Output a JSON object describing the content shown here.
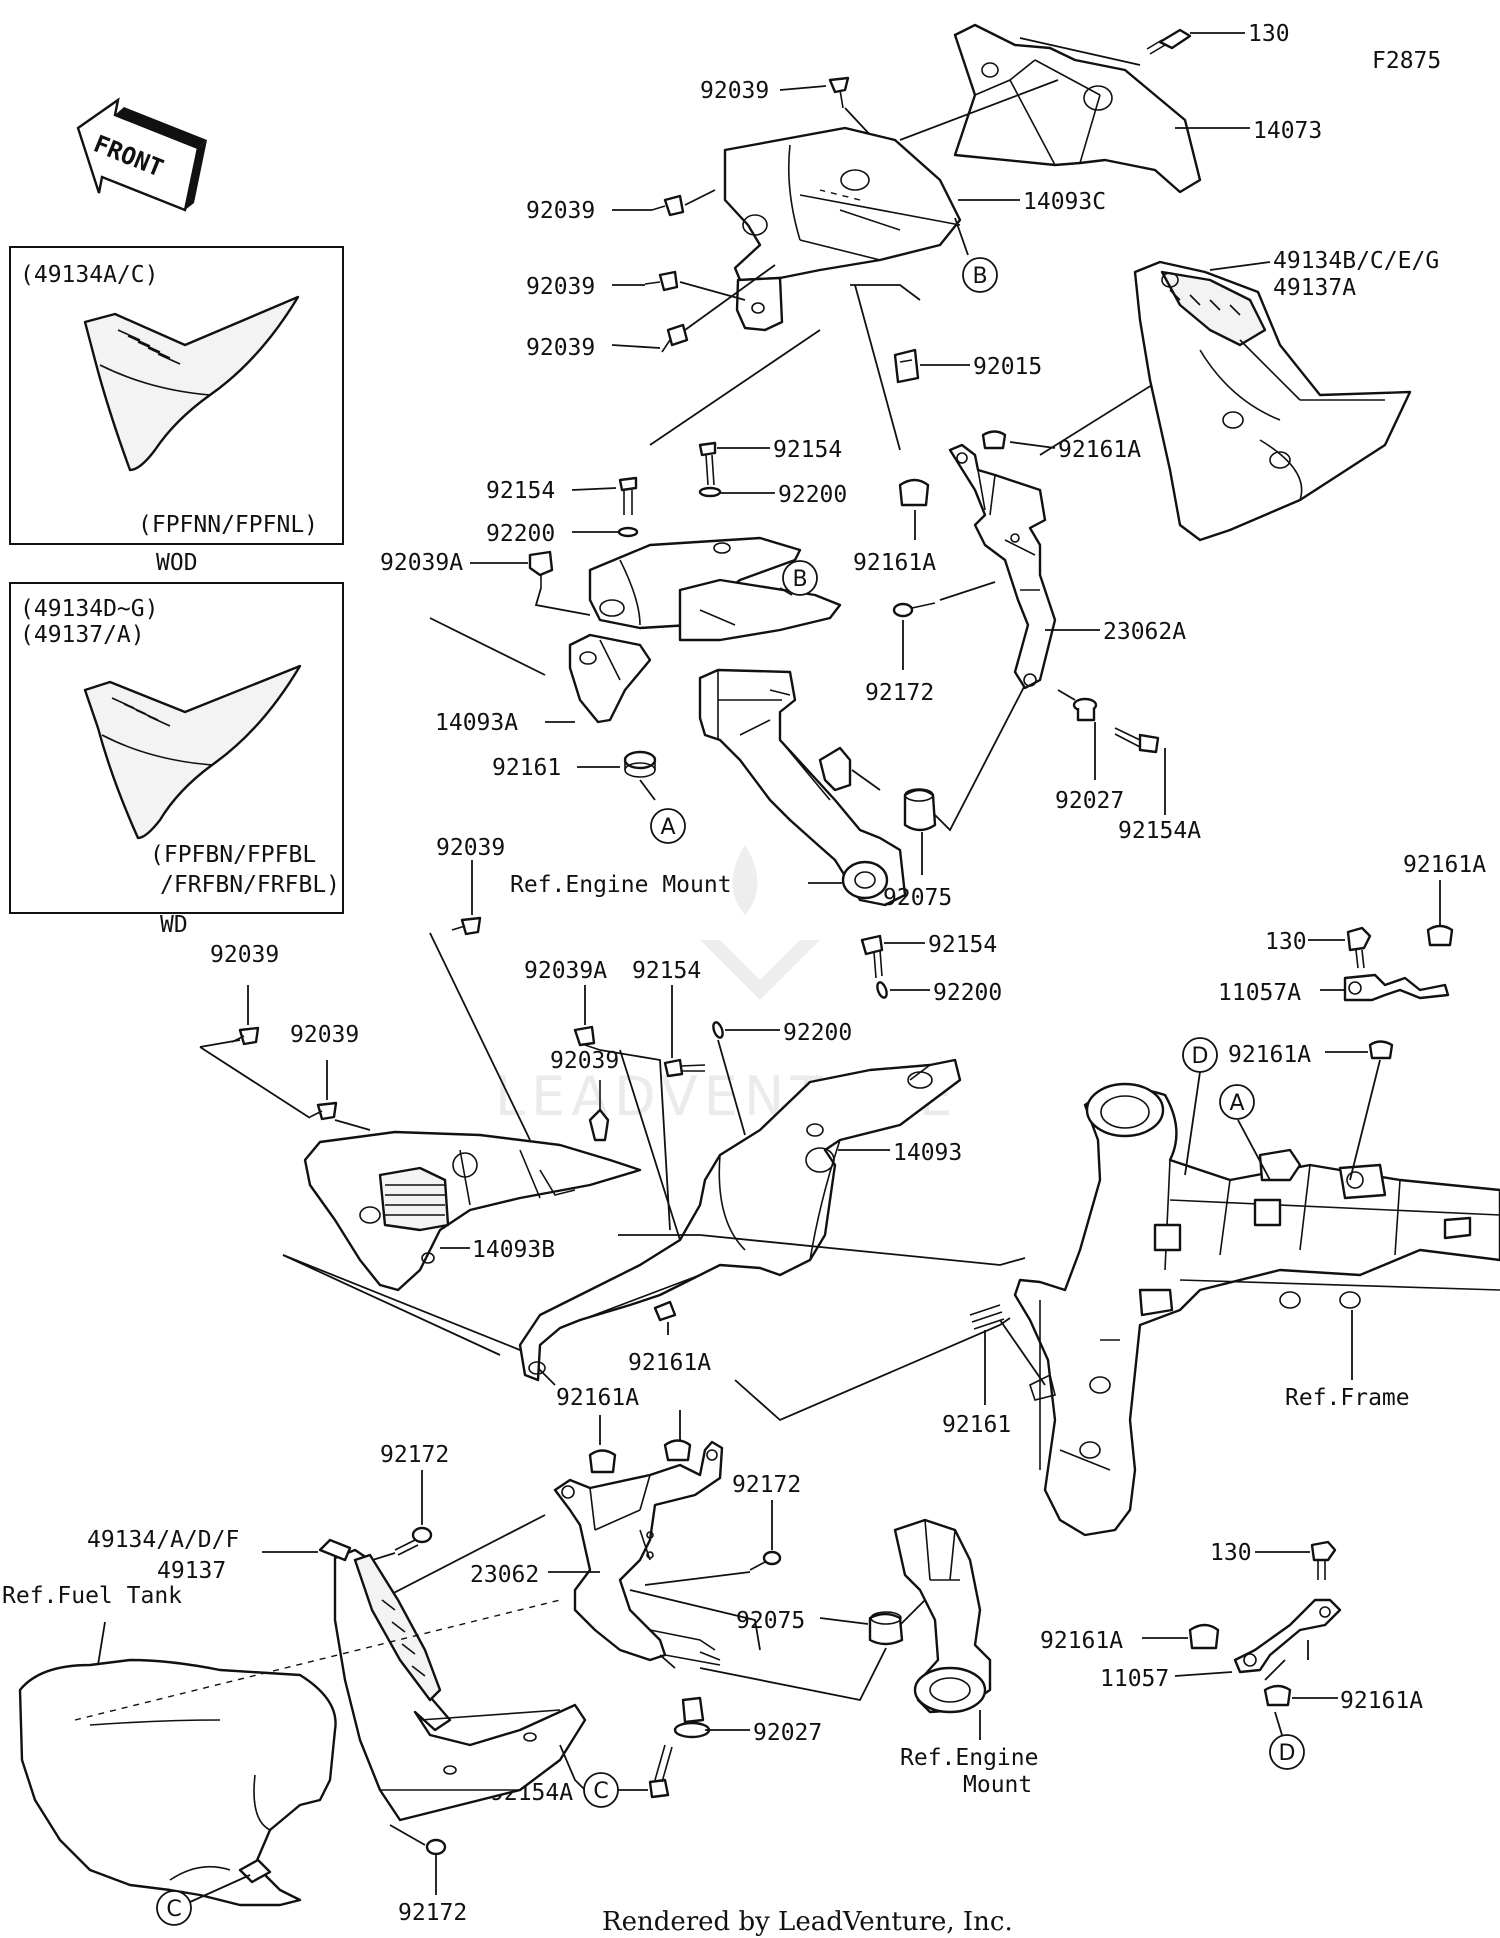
{
  "diagram_code": "F2875",
  "front_arrow": "FRONT",
  "watermark": "LEADVENTURE",
  "footer": "Rendered by LeadVenture, Inc.",
  "inset_wod": {
    "title": "(49134A/C)",
    "variants": "(FPFNN/FPFNL)",
    "caption": "WOD"
  },
  "inset_wd": {
    "title_1": "(49134D~G)",
    "title_2": "(49137/A)",
    "variants_1": "(FPFBN/FPFBL",
    "variants_2": "/FRFBN/FRFBL)",
    "caption": "WD"
  },
  "callouts": {
    "A": "A",
    "B": "B",
    "C": "C",
    "D": "D"
  },
  "labels": {
    "p130_top": "130",
    "p14073": "14073",
    "p92039_a": "92039",
    "p14093C": "14093C",
    "p92039_b": "92039",
    "p92039_c": "92039",
    "p92039_d": "92039",
    "p92015": "92015",
    "p49134BCEG": "49134B/C/E/G",
    "p49137A": "49137A",
    "p92154_a": "92154",
    "p92154_b": "92154",
    "p92200_a": "92200",
    "p92200_b": "92200",
    "p92161A_a": "92161A",
    "p92161A_b": "92161A",
    "p92039A_a": "92039A",
    "p23062A": "23062A",
    "p92172_a": "92172",
    "p14093A": "14093A",
    "p92161_a": "92161",
    "p92027_a": "92027",
    "p92154A_a": "92154A",
    "p92075_a": "92075",
    "ref_engine_mount_a": "Ref.Engine Mount",
    "p92039_e": "92039",
    "p92161A_c": "92161A",
    "p92039A_b": "92039A",
    "p92154_c": "92154",
    "p92154_d": "92154",
    "p130_mid": "130",
    "p92039_f": "92039",
    "p92200_c": "92200",
    "p92200_d": "92200",
    "p11057A": "11057A",
    "p92039_g": "92039",
    "p92039_h": "92039",
    "p92161A_d": "92161A",
    "p14093": "14093",
    "p14093B": "14093B",
    "p92161A_e": "92161A",
    "ref_frame": "Ref.Frame",
    "p92161A_f": "92161A",
    "p92161_b": "92161",
    "p92172_b": "92172",
    "p92172_c": "92172",
    "p49134ADF": "49134/A/D/F",
    "p49137": "49137",
    "ref_fuel_tank": "Ref.Fuel Tank",
    "p23062": "23062",
    "p130_low": "130",
    "p92075_b": "92075",
    "p92161A_g": "92161A",
    "p11057": "11057",
    "p92161A_h": "92161A",
    "p92027_b": "92027",
    "ref_engine_mount_b1": "Ref.Engine",
    "ref_engine_mount_b2": "Mount",
    "p92154A_b": "92154A",
    "p92172_d": "92172"
  }
}
